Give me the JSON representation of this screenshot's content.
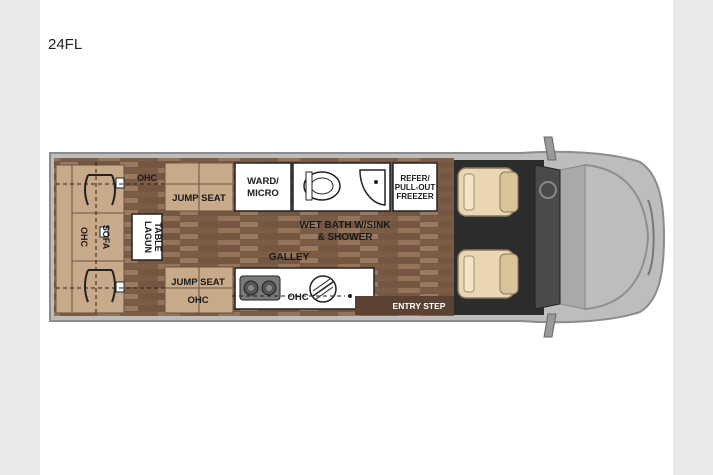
{
  "model": "24FL",
  "labels": {
    "ohc_rear": "OHC",
    "jump_seat_top": "JUMP SEAT",
    "ward": "WARD/",
    "micro": "MICRO",
    "refer": "REFER/",
    "pullout": "PULL-OUT",
    "freezer": "FREEZER",
    "wetbath1": "WET BATH W/SINK",
    "wetbath2": "& SHOWER",
    "lagun": "LAGUN",
    "table": "TABLE",
    "ohc_left": "OHC",
    "sofa": "SOFA",
    "galley": "GALLEY",
    "jump_seat_bottom": "JUMP SEAT",
    "ohc_bottom": "OHC",
    "ohc_galley": "OHC",
    "entry_step": "ENTRY STEP"
  },
  "colors": {
    "floor": "#7a5c46",
    "cab_floor": "#2c2c2c",
    "cabinet": "#c8a98a",
    "entry_step": "#5b4233",
    "body": "#cfcfcf",
    "seat": "#e9d7b3"
  }
}
